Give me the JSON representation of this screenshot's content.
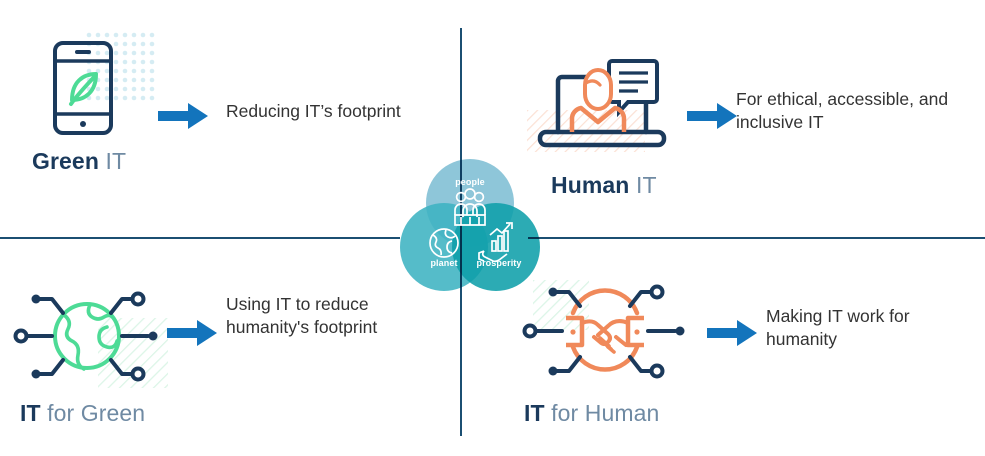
{
  "page": {
    "title": "Green IT / Human IT / IT for Green / IT for Human framework",
    "background": "#ffffff"
  },
  "colors": {
    "navy": "#1b3a5c",
    "navy_light": "#6f8aa3",
    "divider": "#1b4f72",
    "arrow_blue": "#1374bc",
    "green": "#4ddb96",
    "orange": "#f0895a",
    "people_circle": "#8ec6d9",
    "planet_circle": "#4db6c4",
    "prosperity_circle": "#13a4ae",
    "caption_text": "#333333",
    "dot_pattern": "#d8edf3",
    "hatch_orange": "#fbe0d3",
    "hatch_green": "#d6f5e4"
  },
  "quadrants": [
    {
      "id": "green-it",
      "label_strong": "Green",
      "label_light": "IT",
      "caption": "Reducing IT’s footprint",
      "icon": "smartphone-leaf-icon",
      "arrow": "arrow-right-icon"
    },
    {
      "id": "human-it",
      "label_strong": "Human",
      "label_light": "IT",
      "caption": "For ethical, accessible, and inclusive IT",
      "caption_line1": "For ethical, accessible, and",
      "caption_line2": "inclusive IT",
      "icon": "laptop-person-chat-icon",
      "arrow": "arrow-right-icon"
    },
    {
      "id": "it-for-green",
      "label_strong": "IT",
      "label_light": "for Green",
      "caption": "Using IT to reduce humanity's footprint",
      "caption_line1": "Using IT to reduce",
      "caption_line2": "humanity's footprint",
      "icon": "globe-network-icon",
      "arrow": "arrow-right-icon"
    },
    {
      "id": "it-for-human",
      "label_strong": "IT",
      "label_light": "for Human",
      "caption": "Making IT work for humanity",
      "caption_line1": "Making IT work for",
      "caption_line2": "humanity",
      "icon": "handshake-network-icon",
      "arrow": "arrow-right-icon"
    }
  ],
  "venn": {
    "name": "three-p-venn-diagram",
    "circles": [
      {
        "id": "people",
        "label": "people",
        "icon": "people-group-icon",
        "color": "#8ec6d9"
      },
      {
        "id": "planet",
        "label": "planet",
        "icon": "globe-icon",
        "color": "#4db6c4"
      },
      {
        "id": "prosperity",
        "label": "prosperity",
        "icon": "growth-chart-hand-icon",
        "color": "#13a4ae"
      }
    ]
  }
}
